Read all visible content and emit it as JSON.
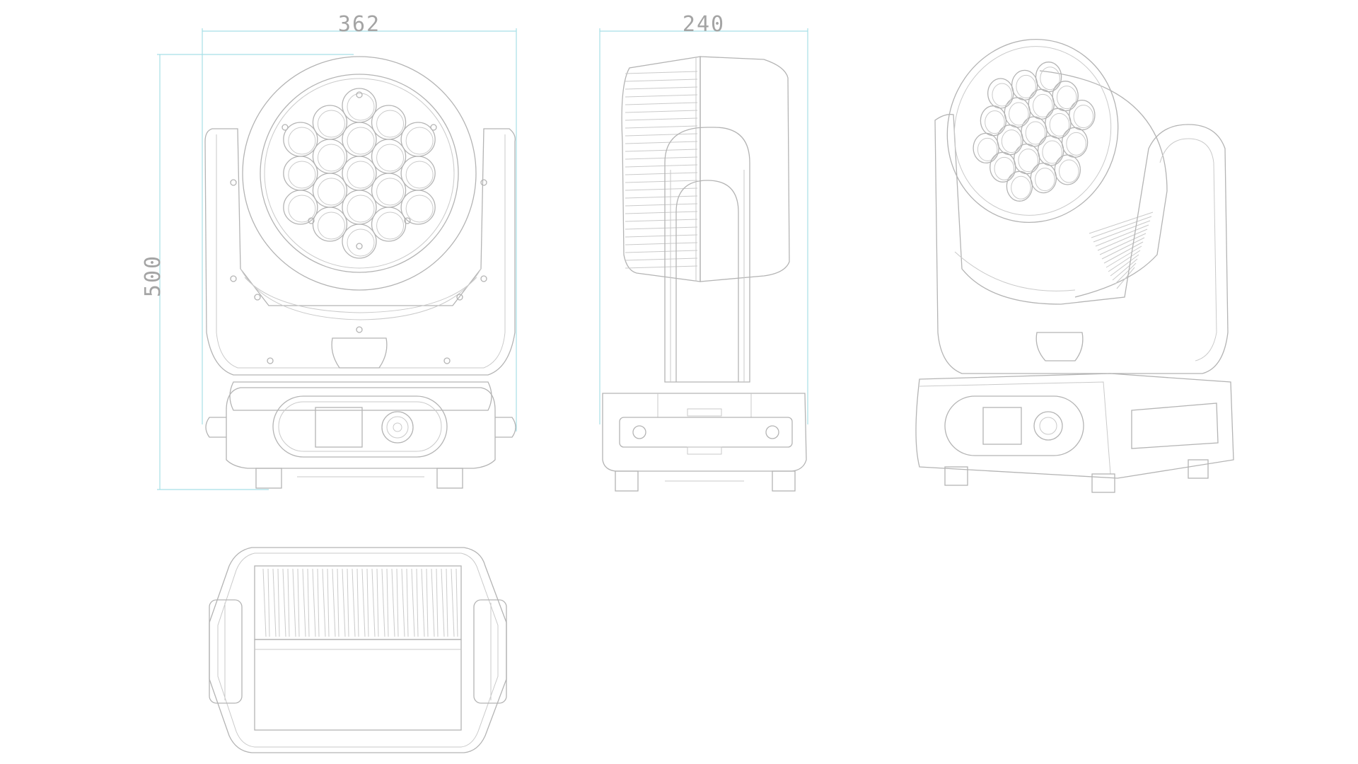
{
  "dimensions": {
    "front_width": "362",
    "side_width": "240",
    "height": "500"
  },
  "colors": {
    "background": "#ffffff",
    "line": "#b4b4b4",
    "dimension_line": "#a6dfe6",
    "dimension_text": "#a4a4a4"
  },
  "lens_count": 19
}
